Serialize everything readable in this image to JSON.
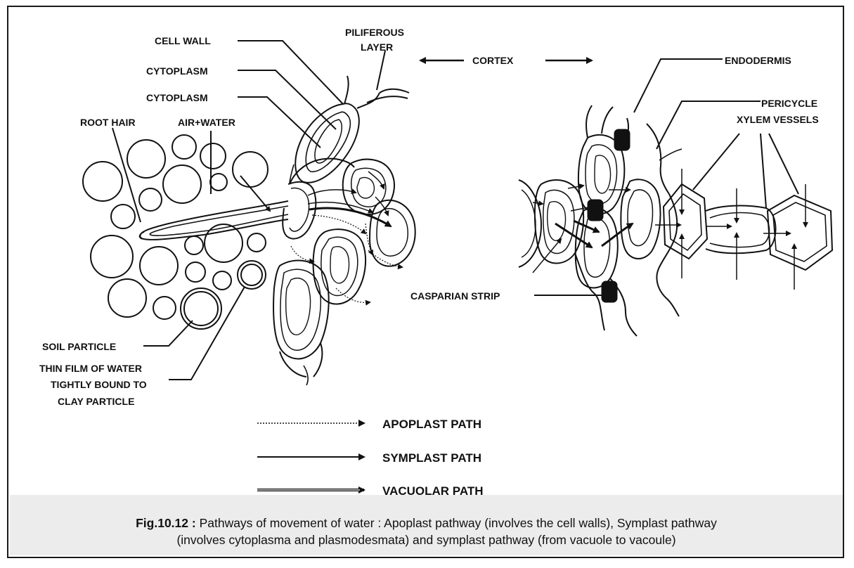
{
  "labels": {
    "cell_wall": "CELL WALL",
    "piliferous_1": "PILIFEROUS",
    "piliferous_2": "LAYER",
    "cortex": "CORTEX",
    "endodermis": "ENDODERMIS",
    "cytoplasm_1": "CYTOPLASM",
    "cytoplasm_2": "CYTOPLASM",
    "root_hair": "ROOT HAIR",
    "air_water": "AIR+WATER",
    "pericycle": "PERICYCLE",
    "xylem_vessels": "XYLEM VESSELS",
    "casparian_strip": "CASPARIAN STRIP",
    "soil_particle": "SOIL PARTICLE",
    "thin_film_1": "THIN FILM OF WATER",
    "thin_film_2": "TIGHTLY BOUND TO",
    "thin_film_3": "CLAY PARTICLE"
  },
  "legend": {
    "apoplast": "APOPLAST PATH",
    "symplast": "SYMPLAST PATH",
    "vacuolar": "VACUOLAR PATH"
  },
  "caption": {
    "fig_number": "Fig.10.12 :",
    "line1": " Pathways of movement of water : Apoplast pathway (involves the cell walls), Symplast pathway",
    "line2": "(involves cytoplasma and plasmodesmata) and symplast pathway (from vacuole to vacoule)"
  }
}
